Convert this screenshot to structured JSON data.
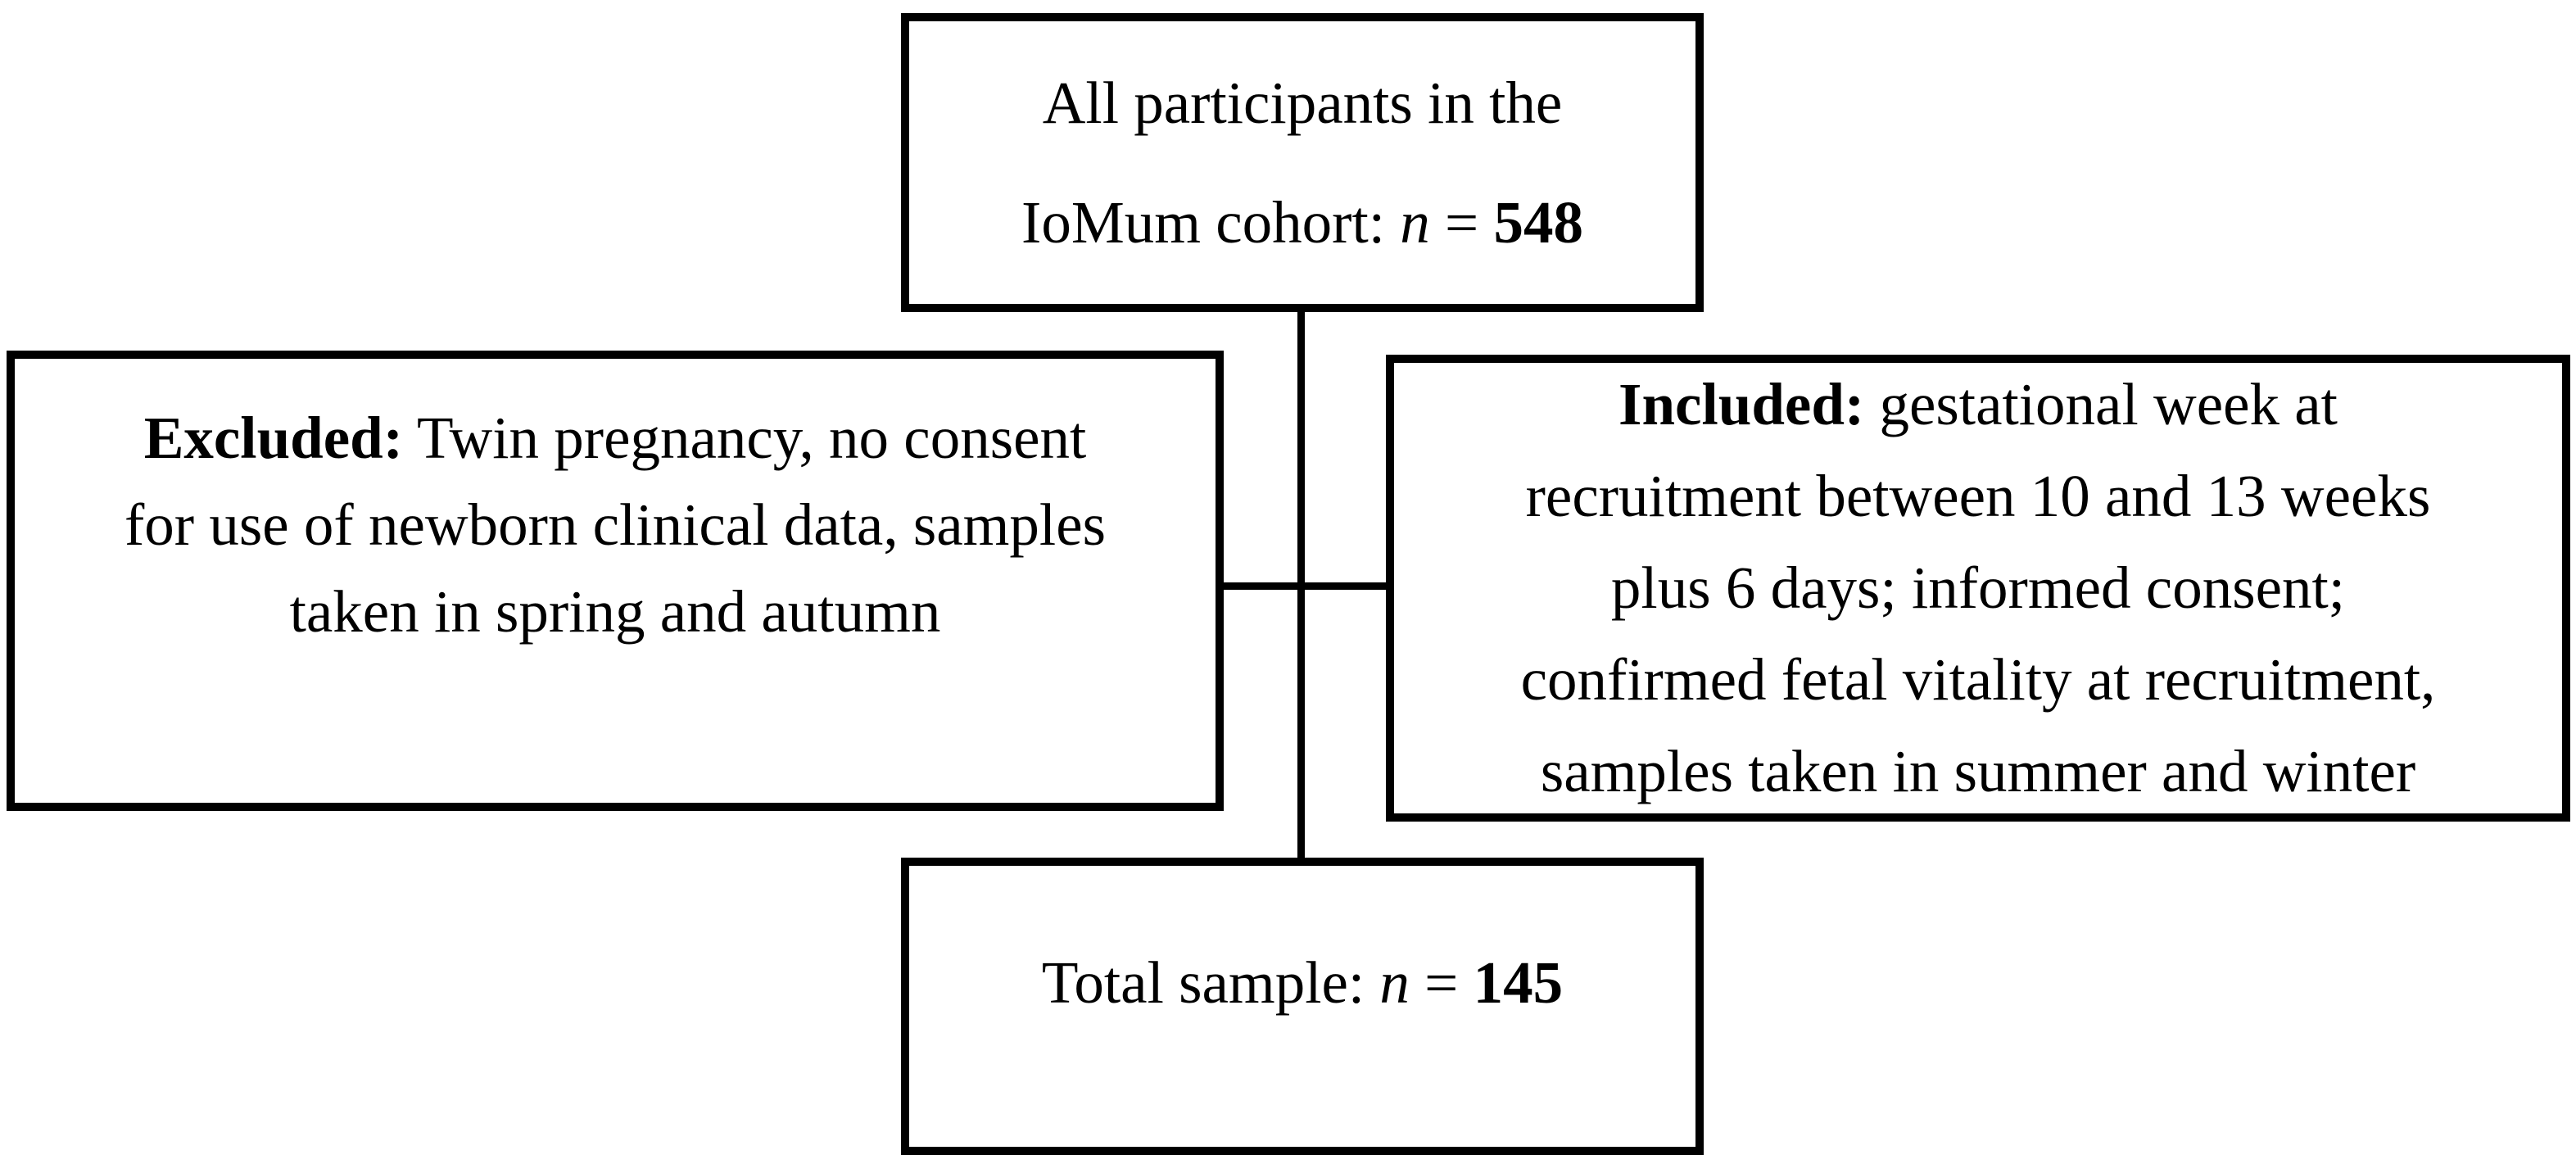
{
  "figure": {
    "type": "participant-flow-diagram",
    "background_color": "#ffffff",
    "line_color": "#000000"
  },
  "boxes": {
    "top": {
      "name": "all-participants",
      "lines": [
        [
          {
            "t": "All participants in the"
          }
        ],
        [
          {
            "t": "IoMum cohort: "
          },
          {
            "t": "n",
            "i": true
          },
          {
            "t": " = "
          },
          {
            "t": "548",
            "b": true
          }
        ]
      ]
    },
    "excluded": {
      "name": "excluded",
      "lines": [
        [
          {
            "t": "Excluded:",
            "b": true
          },
          {
            "t": " Twin pregnancy, no consent"
          }
        ],
        [
          {
            "t": "for use of newborn clinical data, samples"
          }
        ],
        [
          {
            "t": "taken in spring and autumn"
          }
        ]
      ]
    },
    "included": {
      "name": "included",
      "lines": [
        [
          {
            "t": "Included:",
            "b": true
          },
          {
            "t": " gestational week at"
          }
        ],
        [
          {
            "t": "recruitment between 10 and 13 weeks"
          }
        ],
        [
          {
            "t": "plus 6 days; informed consent;"
          }
        ],
        [
          {
            "t": "confirmed fetal vitality at recruitment,"
          }
        ],
        [
          {
            "t": "samples taken in summer and winter"
          }
        ]
      ]
    },
    "total": {
      "name": "total-sample",
      "lines": [
        [
          {
            "t": "Total sample: "
          },
          {
            "t": "n",
            "i": true
          },
          {
            "t": " = "
          },
          {
            "t": "145",
            "b": true
          }
        ]
      ]
    }
  }
}
